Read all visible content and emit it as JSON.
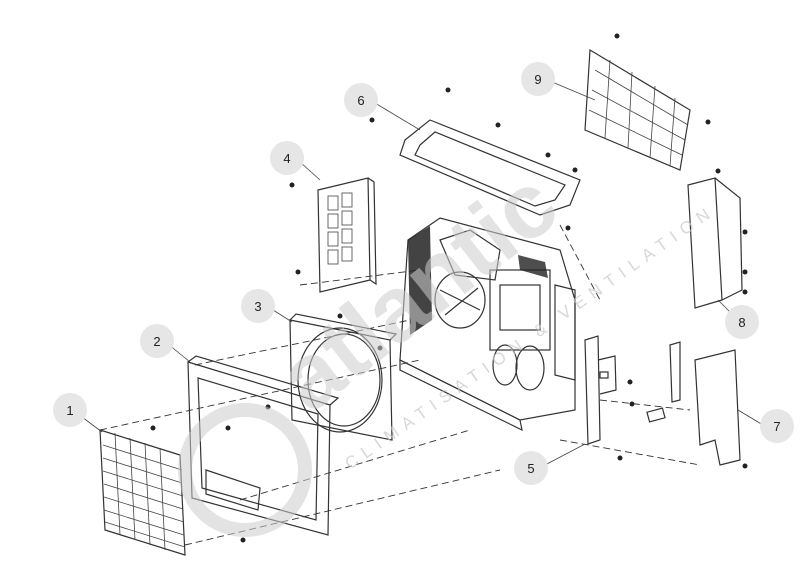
{
  "diagram": {
    "callouts": [
      {
        "label": "1",
        "target": "front-grille"
      },
      {
        "label": "2",
        "target": "front-panel"
      },
      {
        "label": "3",
        "target": "fan-shroud"
      },
      {
        "label": "4",
        "target": "side-grille"
      },
      {
        "label": "5",
        "target": "terminal-bracket"
      },
      {
        "label": "6",
        "target": "top-cover"
      },
      {
        "label": "7",
        "target": "right-cover"
      },
      {
        "label": "8",
        "target": "rear-side-panel"
      },
      {
        "label": "9",
        "target": "rear-guard-grille"
      }
    ]
  },
  "watermark": {
    "brand": "atlantic",
    "tagline": "CLIMATISATION & VENTILATION"
  },
  "colors": {
    "callout_fill": "#e6e6e6",
    "line": "#333333",
    "watermark": "#cccccc"
  }
}
